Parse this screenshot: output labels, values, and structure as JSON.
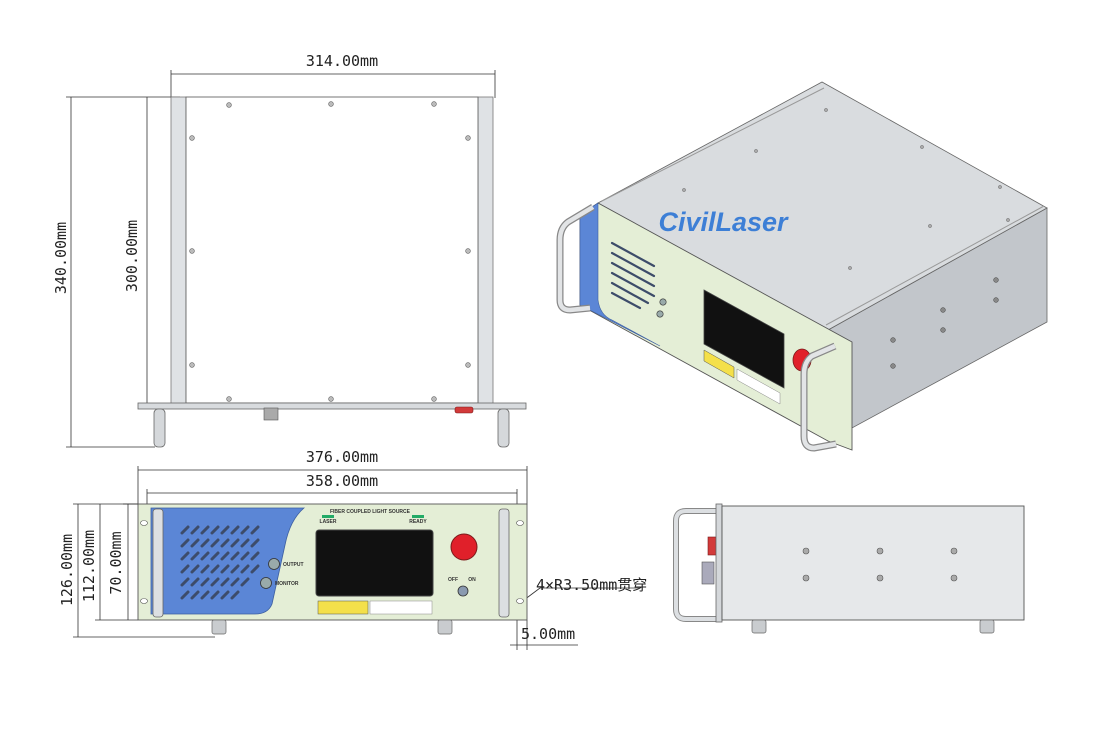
{
  "dimensions": {
    "top_width": "314.00mm",
    "top_outer_height": "340.00mm",
    "top_inner_height": "300.00mm",
    "front_outer_width": "376.00mm",
    "front_inner_width": "358.00mm",
    "front_outer_height": "126.00mm",
    "front_mid_height": "112.00mm",
    "front_inner_height": "70.00mm",
    "mount_holes": "4×R3.50mm贯穿",
    "offset": "5.00mm"
  },
  "brand": {
    "logo": "CivilLaser"
  },
  "panel": {
    "header": "FIBER COUPLED LIGHT SOURCE",
    "indicator_laser": "LASER",
    "indicator_ready": "READY",
    "port_output": "OUTPUT",
    "port_monitor": "MONITOR",
    "switch_off": "OFF",
    "switch_on": "ON"
  },
  "colors": {
    "panel_blue": "#5b86d6",
    "panel_face": "#e4eed6",
    "screen": "#111111",
    "estop": "#e0202a",
    "metal": "#c9ccd0"
  }
}
